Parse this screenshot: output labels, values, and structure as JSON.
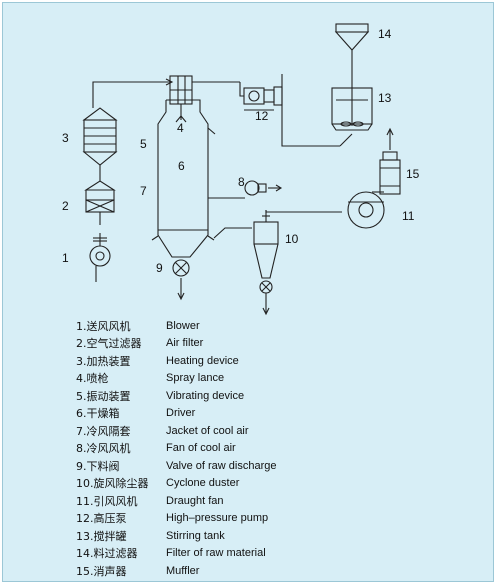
{
  "labels": {
    "n1": "1",
    "n2": "2",
    "n3": "3",
    "n4": "4",
    "n5": "5",
    "n6": "6",
    "n7": "7",
    "n8": "8",
    "n9": "9",
    "n10": "10",
    "n11": "11",
    "n12": "12",
    "n13": "13",
    "n14": "14",
    "n15": "15"
  },
  "legend": [
    {
      "zh": "1.送风风机",
      "en": "Blower"
    },
    {
      "zh": "2.空气过滤器",
      "en": "Air filter"
    },
    {
      "zh": "3.加热装置",
      "en": "Heating device"
    },
    {
      "zh": "4.喷枪",
      "en": "Spray lance"
    },
    {
      "zh": "5.振动装置",
      "en": "Vibrating device"
    },
    {
      "zh": "6.干燥箱",
      "en": "Driver"
    },
    {
      "zh": "7.冷风隔套",
      "en": "Jacket of cool air"
    },
    {
      "zh": "8.冷风风机",
      "en": "Fan of cool air"
    },
    {
      "zh": "9.下料阀",
      "en": "Valve of raw discharge"
    },
    {
      "zh": "10.旋风除尘器",
      "en": "Cyclone duster"
    },
    {
      "zh": "11.引风风机",
      "en": "Draught fan"
    },
    {
      "zh": "12.高压泵",
      "en": "High–pressure pump"
    },
    {
      "zh": "13.搅拌罐",
      "en": "Stirring tank"
    },
    {
      "zh": "14.料过滤器",
      "en": "Filter of raw material"
    },
    {
      "zh": "15.消声器",
      "en": "Muffler"
    }
  ]
}
